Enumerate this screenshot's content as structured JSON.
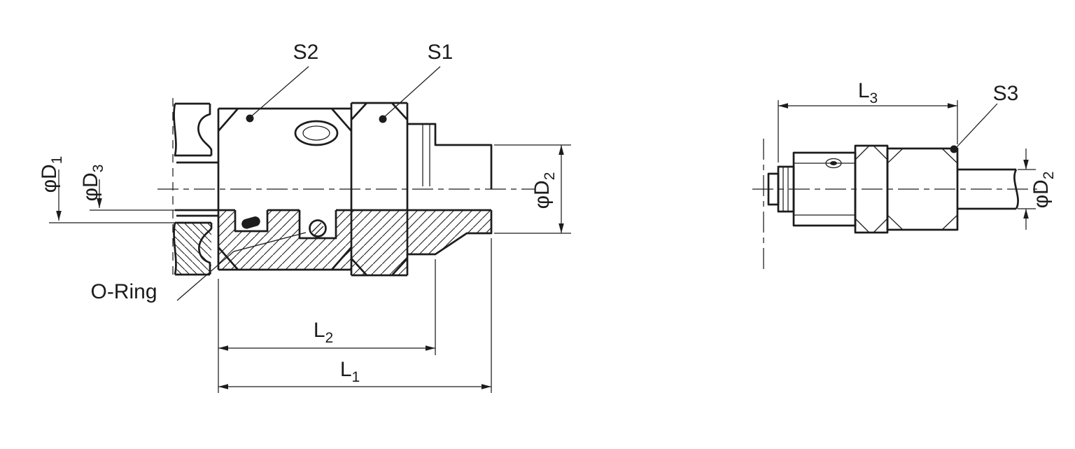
{
  "drawing": {
    "background": "#ffffff",
    "line_color": "#1c1c1c",
    "views": {
      "section_view": {
        "callouts": {
          "s2": "S2",
          "s1": "S1",
          "o_ring": "O-Ring"
        },
        "dimensions": {
          "d1": {
            "base": "φD",
            "sub": "1"
          },
          "d3": {
            "base": "φD",
            "sub": "3"
          },
          "d2": {
            "base": "φD",
            "sub": "2"
          },
          "l2": {
            "base": "L",
            "sub": "2"
          },
          "l1": {
            "base": "L",
            "sub": "1"
          }
        }
      },
      "side_view": {
        "callouts": {
          "s3": "S3"
        },
        "dimensions": {
          "l3": {
            "base": "L",
            "sub": "3"
          },
          "d2": {
            "base": "φD",
            "sub": "2"
          }
        }
      }
    }
  }
}
